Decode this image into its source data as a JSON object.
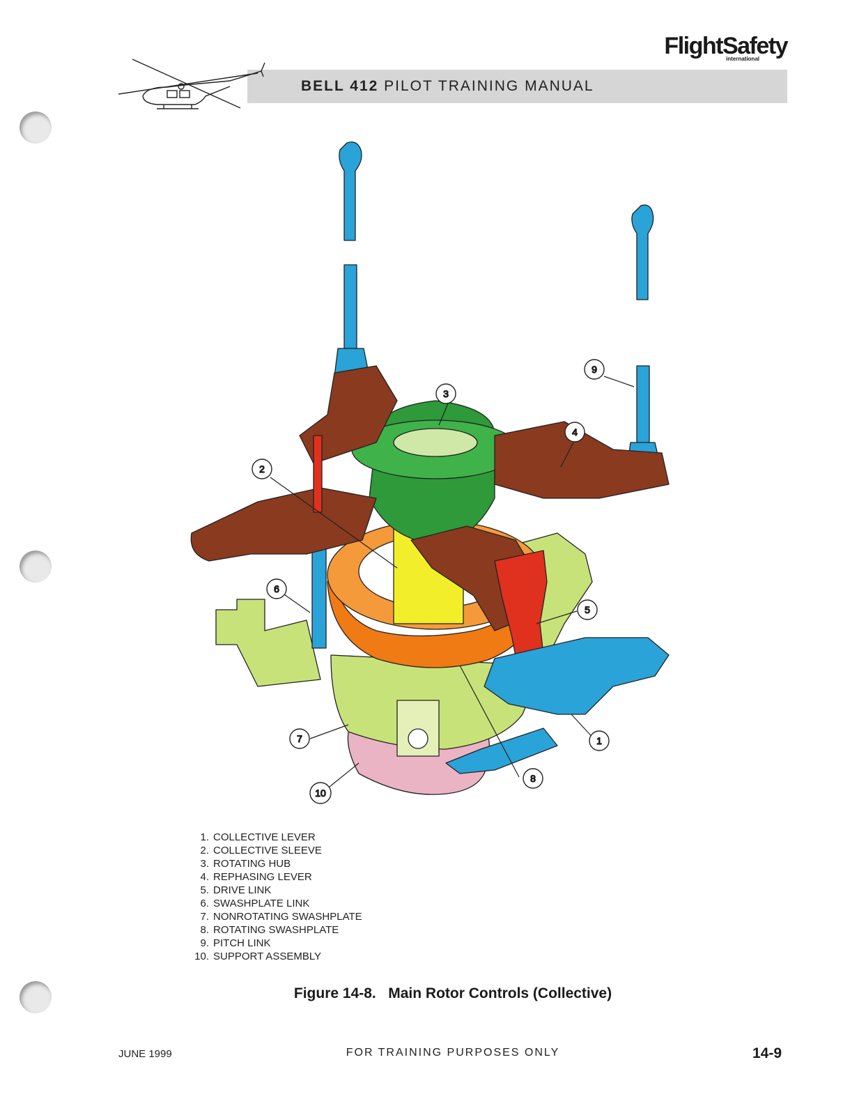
{
  "header": {
    "brand": "FlightSafety",
    "brand_sub": "international",
    "title_bold": "BELL 412",
    "title_rest": " PILOT TRAINING MANUAL"
  },
  "figure": {
    "callouts": [
      "1",
      "2",
      "3",
      "4",
      "5",
      "6",
      "7",
      "8",
      "9",
      "10"
    ],
    "legend": [
      {
        "num": "1.",
        "label": "COLLECTIVE LEVER"
      },
      {
        "num": "2.",
        "label": "COLLECTIVE SLEEVE"
      },
      {
        "num": "3.",
        "label": "ROTATING HUB"
      },
      {
        "num": "4.",
        "label": "REPHASING LEVER"
      },
      {
        "num": "5.",
        "label": "DRIVE LINK"
      },
      {
        "num": "6.",
        "label": "SWASHPLATE LINK"
      },
      {
        "num": "7.",
        "label": "NONROTATING SWASHPLATE"
      },
      {
        "num": "8.",
        "label": "ROTATING SWASHPLATE"
      },
      {
        "num": "9.",
        "label": "PITCH LINK"
      },
      {
        "num": "10.",
        "label": "SUPPORT ASSEMBLY"
      }
    ],
    "caption": "Figure 14-8.   Main Rotor Controls (Collective)",
    "colors": {
      "pitch_link": "#2aa3d8",
      "lever_brown": "#8a3a1e",
      "hub_green": "#2e9a3a",
      "sleeve_yellow": "#f2ef2a",
      "rotating_swash_orange": "#f07a14",
      "drive_link_red": "#e0301e",
      "nonrotating_swash_lime": "#c8e27a",
      "support_pink": "#eab4c4"
    }
  },
  "footer": {
    "date": "JUNE 1999",
    "center": "FOR TRAINING PURPOSES ONLY",
    "page": "14-9"
  }
}
